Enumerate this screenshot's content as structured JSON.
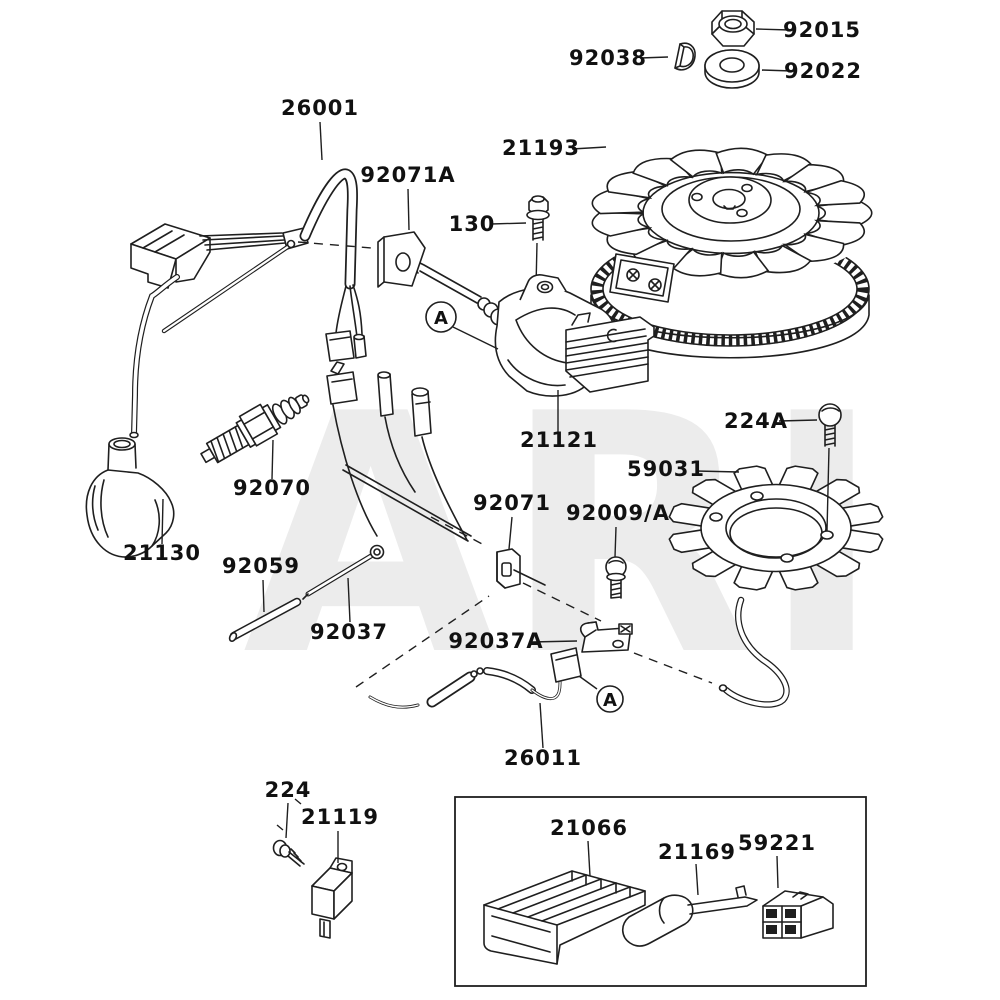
{
  "diagram": {
    "watermark": "ARI",
    "assembly_marker": "A",
    "colors": {
      "line": "#1f1f1f",
      "watermark": "#ececec",
      "background": "#ffffff"
    },
    "parts": [
      {
        "label": "92015",
        "part": "flywheel-nut"
      },
      {
        "label": "92038",
        "part": "woodruff-key"
      },
      {
        "label": "92022",
        "part": "washer"
      },
      {
        "label": "21193",
        "part": "flywheel"
      },
      {
        "label": "26001",
        "part": "wiring-harness"
      },
      {
        "label": "92071A",
        "part": "grommet-plate"
      },
      {
        "label": "130",
        "part": "coil-bolt"
      },
      {
        "label": "21121",
        "part": "ignition-coil"
      },
      {
        "label": "92070",
        "part": "spark-plug"
      },
      {
        "label": "21130",
        "part": "spark-plug-cap"
      },
      {
        "label": "92059",
        "part": "tube"
      },
      {
        "label": "92037",
        "part": "clamp-band"
      },
      {
        "label": "92071",
        "part": "wiring-grommet"
      },
      {
        "label": "92009/A",
        "part": "clamp-screw"
      },
      {
        "label": "92037A",
        "part": "wire-clamp"
      },
      {
        "label": "26011",
        "part": "wire-lead"
      },
      {
        "label": "224A",
        "part": "stator-screw"
      },
      {
        "label": "59031",
        "part": "charging-coil"
      },
      {
        "label": "224",
        "part": "igniter-screw"
      },
      {
        "label": "21119",
        "part": "igniter"
      },
      {
        "label": "21066",
        "part": "voltage-regulator"
      },
      {
        "label": "21169",
        "part": "terminal"
      },
      {
        "label": "59221",
        "part": "connector-housing"
      }
    ]
  }
}
